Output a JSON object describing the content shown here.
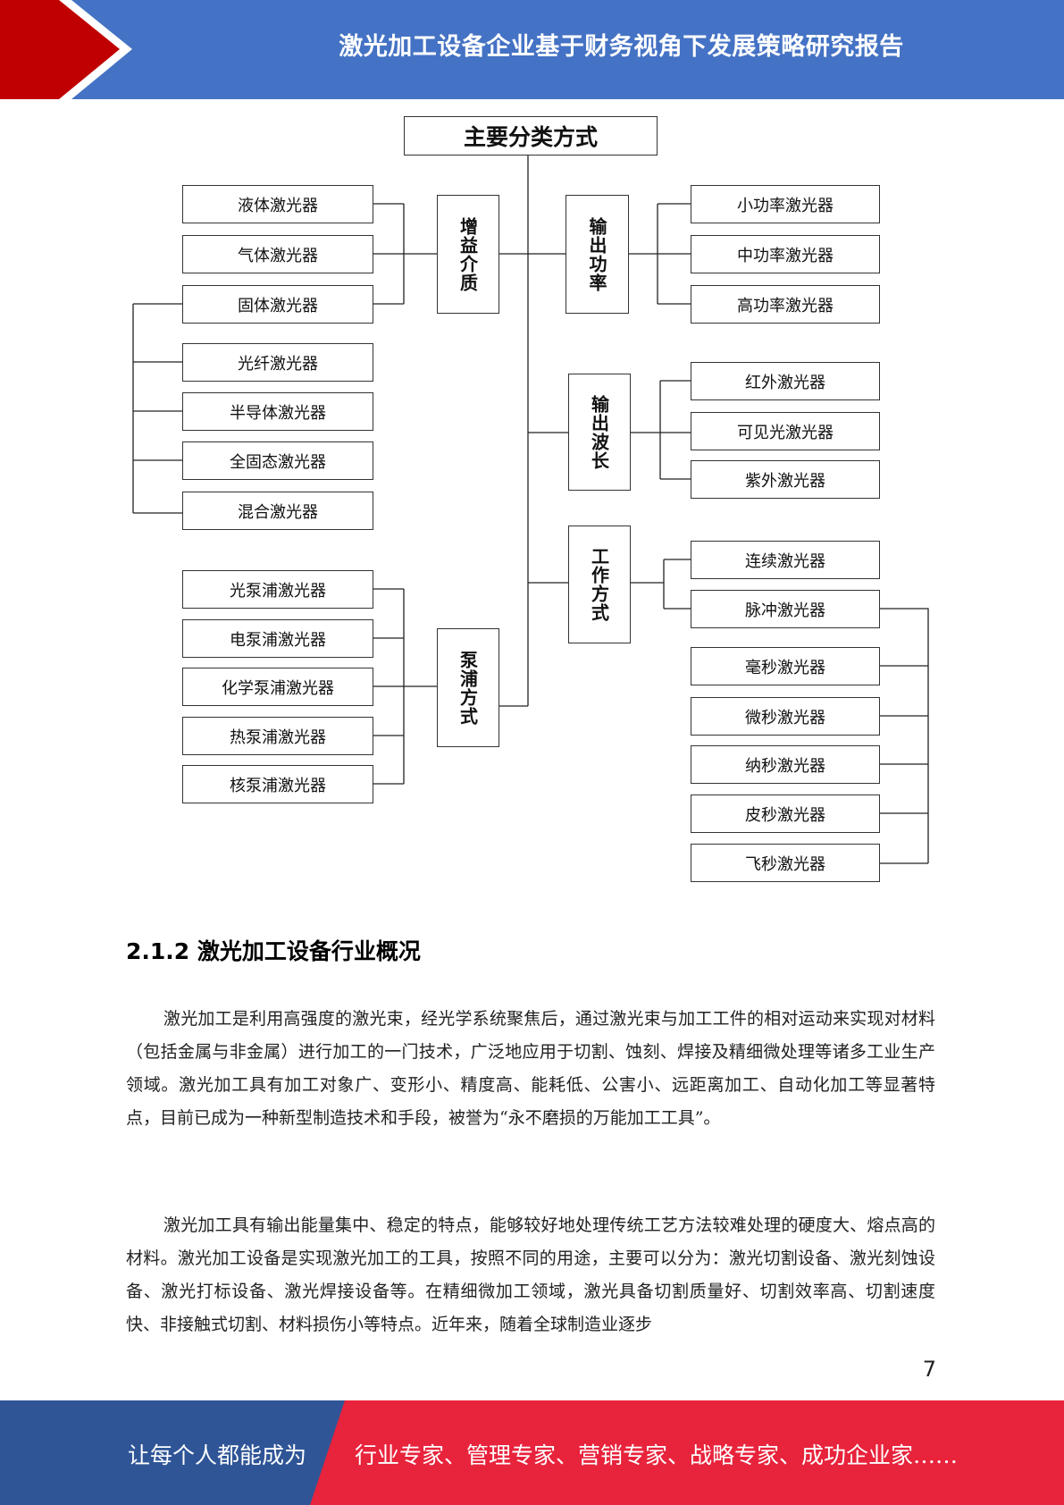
{
  "header": {
    "title": "激光加工设备企业基于财务视角下发展策略研究报告"
  },
  "diagram": {
    "root": "主要分类方式",
    "gain_medium": {
      "label": "增益介质",
      "items": [
        "液体激光器",
        "气体激光器",
        "固体激光器"
      ],
      "solid_subtypes": [
        "光纤激光器",
        "半导体激光器",
        "全固态激光器",
        "混合激光器"
      ]
    },
    "pump_method": {
      "label": "泵浦方式",
      "items": [
        "光泵浦激光器",
        "电泵浦激光器",
        "化学泵浦激光器",
        "热泵浦激光器",
        "核泵浦激光器"
      ]
    },
    "output_power": {
      "label": "输出功率",
      "items": [
        "小功率激光器",
        "中功率激光器",
        "高功率激光器"
      ]
    },
    "output_wavelength": {
      "label": "输出波长",
      "items": [
        "红外激光器",
        "可见光激光器",
        "紫外激光器"
      ]
    },
    "work_mode": {
      "label": "工作方式",
      "items": [
        "连续激光器",
        "脉冲激光器"
      ],
      "pulse_subtypes": [
        "毫秒激光器",
        "微秒激光器",
        "纳秒激光器",
        "皮秒激光器",
        "飞秒激光器"
      ]
    }
  },
  "section": {
    "title": "2.1.2 激光加工设备行业概况",
    "paragraph_1": "激光加工是利用高强度的激光束，经光学系统聚焦后，通过激光束与加工工件的相对运动来实现对材料（包括金属与非金属）进行加工的一门技术，广泛地应用于切割、蚀刻、焊接及精细微处理等诸多工业生产领域。激光加工具有加工对象广、变形小、精度高、能耗低、公害小、远距离加工、自动化加工等显著特点，目前已成为一种新型制造技术和手段，被誉为“永不磨损的万能加工工具”。",
    "paragraph_2": "激光加工具有输出能量集中、稳定的特点，能够较好地处理传统工艺方法较难处理的硬度大、熔点高的材料。激光加工设备是实现激光加工的工具，按照不同的用途，主要可以分为：激光切割设备、激光刻蚀设备、激光打标设备、激光焊接设备等。在精细微加工领域，激光具备切割质量好、切割效率高、切割速度快、非接触式切割、材料损伤小等特点。近年来，随着全球制造业逐步"
  },
  "page_number": "7",
  "footer": {
    "left": "让每个人都能成为",
    "right": "行业专家、管理专家、营销专家、战略专家、成功企业家……"
  },
  "colors": {
    "header_blue": "#4472c4",
    "header_red": "#c00000",
    "footer_blue": "#2f5597",
    "footer_red": "#e8233c"
  }
}
